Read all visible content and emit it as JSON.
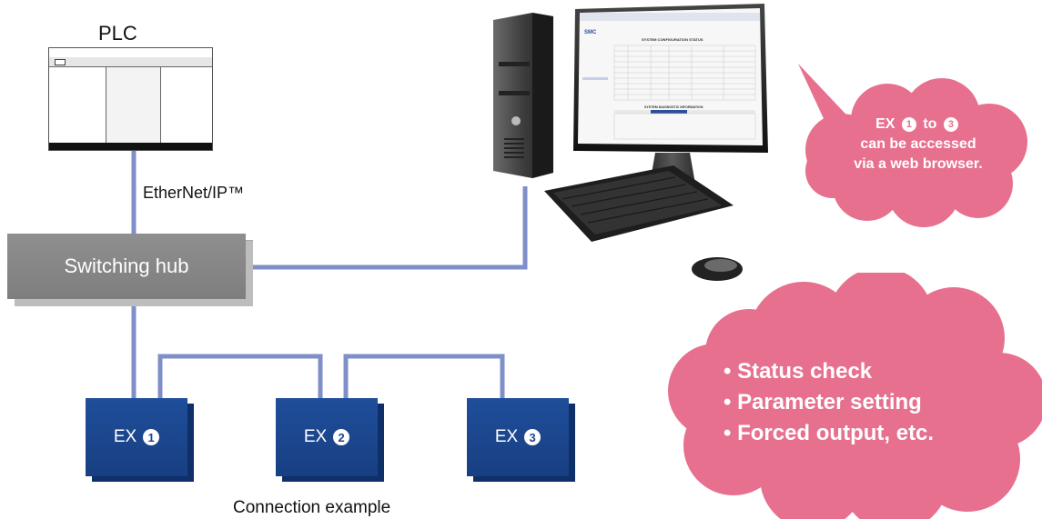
{
  "plc": {
    "label": "PLC"
  },
  "network": {
    "label": "EtherNet/IP™"
  },
  "hub": {
    "label": "Switching hub"
  },
  "devices": [
    {
      "prefix": "EX",
      "number": "1"
    },
    {
      "prefix": "EX",
      "number": "2"
    },
    {
      "prefix": "EX",
      "number": "3"
    }
  ],
  "caption": "Connection example",
  "speech_bubble": {
    "prefix": "EX",
    "from": "1",
    "connector": "to",
    "to": "3",
    "line2": "can be accessed",
    "line3": "via a web browser."
  },
  "features": [
    "• Status check",
    "• Parameter setting",
    "• Forced output, etc."
  ],
  "monitor_screen": {
    "brand": "SMC",
    "heading": "SYSTEM CONFIGURATION STATUS",
    "subheading": "SYSTEM DIAGNOSTIC INFORMATION"
  },
  "colors": {
    "cable": "#7f8fc8",
    "device_blue": "#1f4e9a",
    "hub_gray": "#8a8a8a",
    "cloud_pink": "#e7708e"
  }
}
